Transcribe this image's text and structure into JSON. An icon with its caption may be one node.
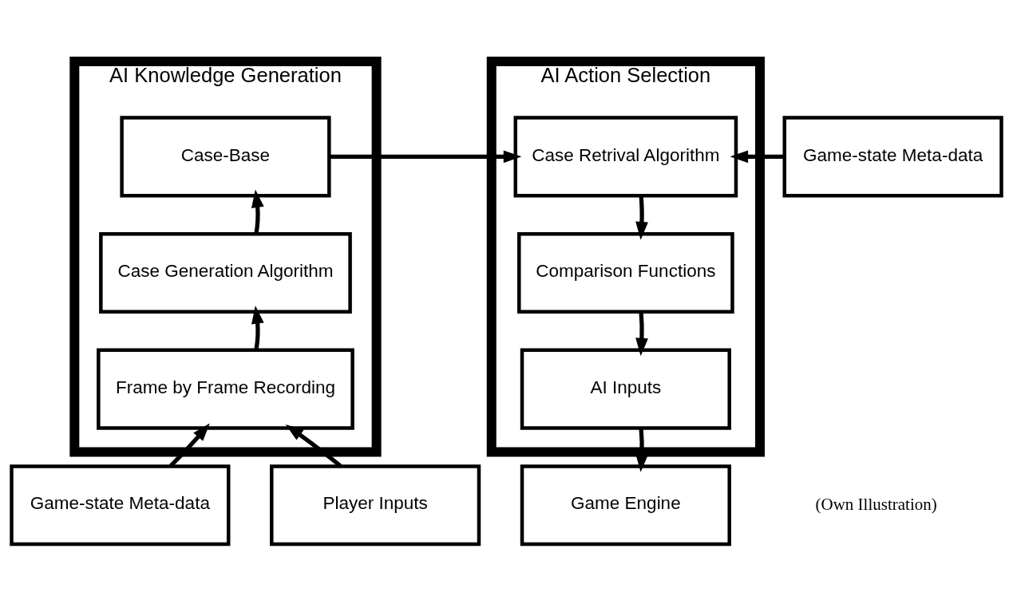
{
  "diagram": {
    "nodes": [
      {
        "text": [
          "AI Knowledge Generation"
        ]
      },
      {
        "text": [
          "Case-Base"
        ],
        "in": 0
      },
      {
        "text": [
          "Case Generation Algorithm"
        ],
        "in": 0
      },
      {
        "text": [
          "Frame by Frame Recording"
        ],
        "in": 0
      },
      {
        "text": [
          "Game-state Meta-data"
        ]
      },
      {
        "text": [
          "Player Inputs"
        ]
      },
      {
        "text": [
          "AI Action Selection"
        ]
      },
      {
        "text": [
          "Case Retrival Algorithm"
        ],
        "in": 6
      },
      {
        "text": [
          "Comparison Functions"
        ],
        "in": 6
      },
      {
        "text": [
          "AI Inputs"
        ],
        "in": 6
      },
      {
        "text": [
          "Game-state Meta-data"
        ]
      },
      {
        "text": [
          "Game Engine"
        ]
      }
    ],
    "edges": [
      {
        "from": 2,
        "to": 1,
        "arrow": "to"
      },
      {
        "from": 3,
        "to": 2,
        "arrow": "to"
      },
      {
        "from": 4,
        "to": 3,
        "arrow": "to"
      },
      {
        "from": 5,
        "to": 3,
        "arrow": "to"
      },
      {
        "from": 1,
        "to": 7,
        "arrow": "to"
      },
      {
        "from": 10,
        "to": 7,
        "arrow": "to"
      },
      {
        "from": 7,
        "to": 8,
        "arrow": "to"
      },
      {
        "from": 8,
        "to": 9,
        "arrow": "to"
      },
      {
        "from": 9,
        "to": 11,
        "arrow": "to"
      }
    ],
    "labels": [
      "(Own Illustration)"
    ]
  }
}
